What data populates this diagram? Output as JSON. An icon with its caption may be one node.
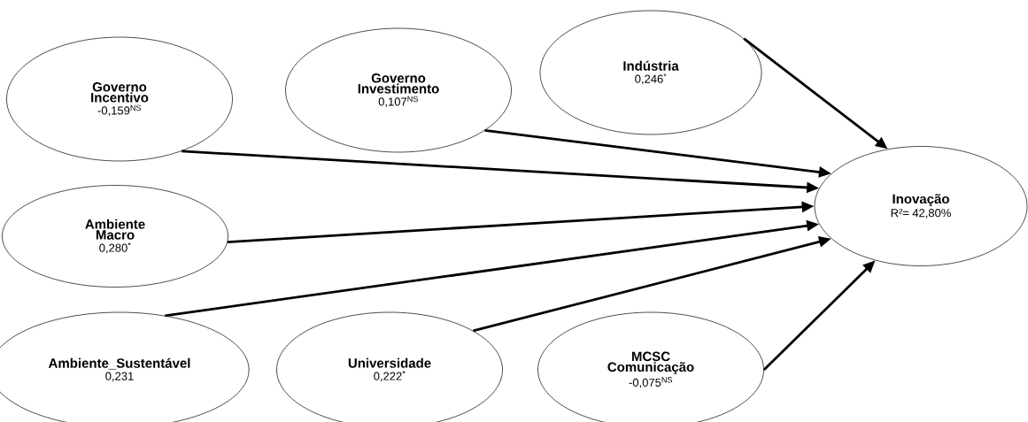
{
  "diagram": {
    "nodes": [
      {
        "text": [
          "Governo Incentivo",
          "-0,159$^{NS}$"
        ]
      },
      {
        "text": [
          "Governo Investimento",
          "0,107$^{NS}$"
        ]
      },
      {
        "text": [
          "Indústria",
          "0,246$^{*}$"
        ]
      },
      {
        "text": [
          "Ambiente Macro",
          "0,280$^{*}$"
        ]
      },
      {
        "text": [
          "Inovação",
          "R²= 42,80%"
        ]
      },
      {
        "text": [
          "Ambiente_Sustentável",
          "0,231"
        ]
      },
      {
        "text": [
          "Universidade",
          "0,222$^{*}$"
        ]
      },
      {
        "text": [
          "MCSC Comunicação",
          "-0,075$^{NS}$"
        ]
      }
    ],
    "edges": [
      {
        "from": 2,
        "to": 4,
        "arrow": "to"
      },
      {
        "from": 1,
        "to": 4,
        "arrow": "to"
      },
      {
        "from": 0,
        "to": 4,
        "arrow": "to"
      },
      {
        "from": 3,
        "to": 4,
        "arrow": "to"
      },
      {
        "from": 5,
        "to": 4,
        "arrow": "to"
      },
      {
        "from": 6,
        "to": 4,
        "arrow": "to"
      },
      {
        "from": 7,
        "to": 4,
        "arrow": "to"
      }
    ]
  }
}
